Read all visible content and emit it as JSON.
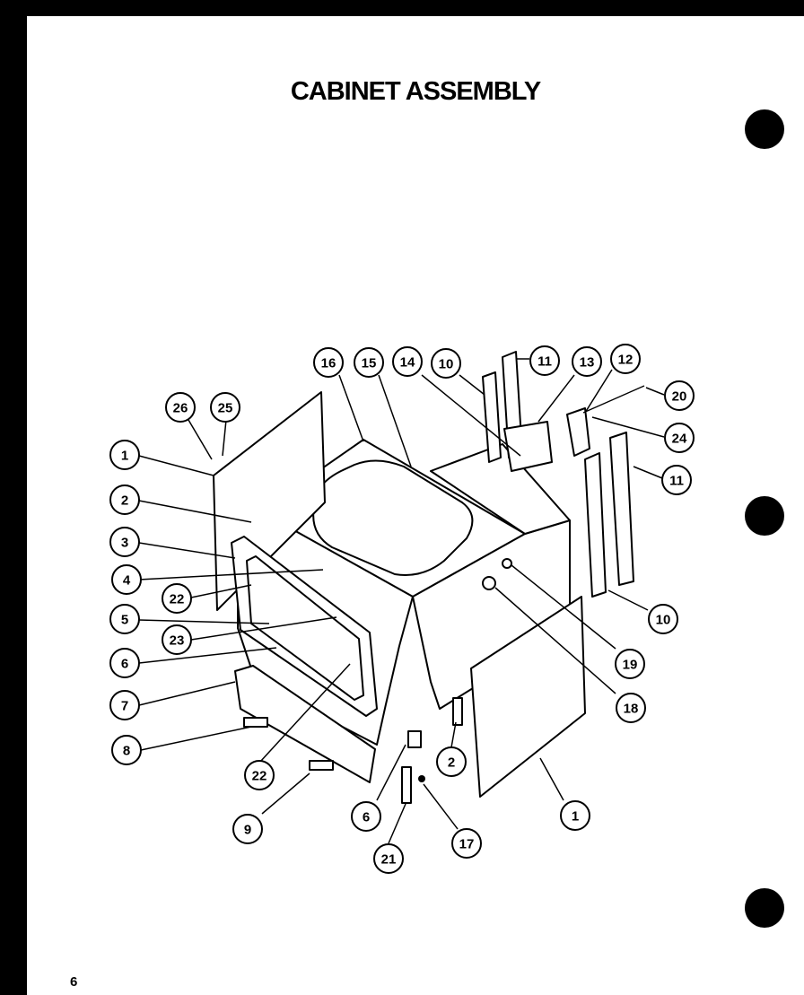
{
  "title": "CABINET ASSEMBLY",
  "page_number": "6",
  "callouts": [
    "16",
    "15",
    "14",
    "10",
    "11",
    "13",
    "12",
    "20",
    "24",
    "11",
    "26",
    "25",
    "1",
    "2",
    "3",
    "4",
    "22",
    "5",
    "23",
    "6",
    "7",
    "8",
    "22",
    "9",
    "6",
    "21",
    "17",
    "2",
    "1",
    "18",
    "19",
    "10"
  ],
  "icons": [
    "binding-hole",
    "binding-hole",
    "binding-hole"
  ]
}
